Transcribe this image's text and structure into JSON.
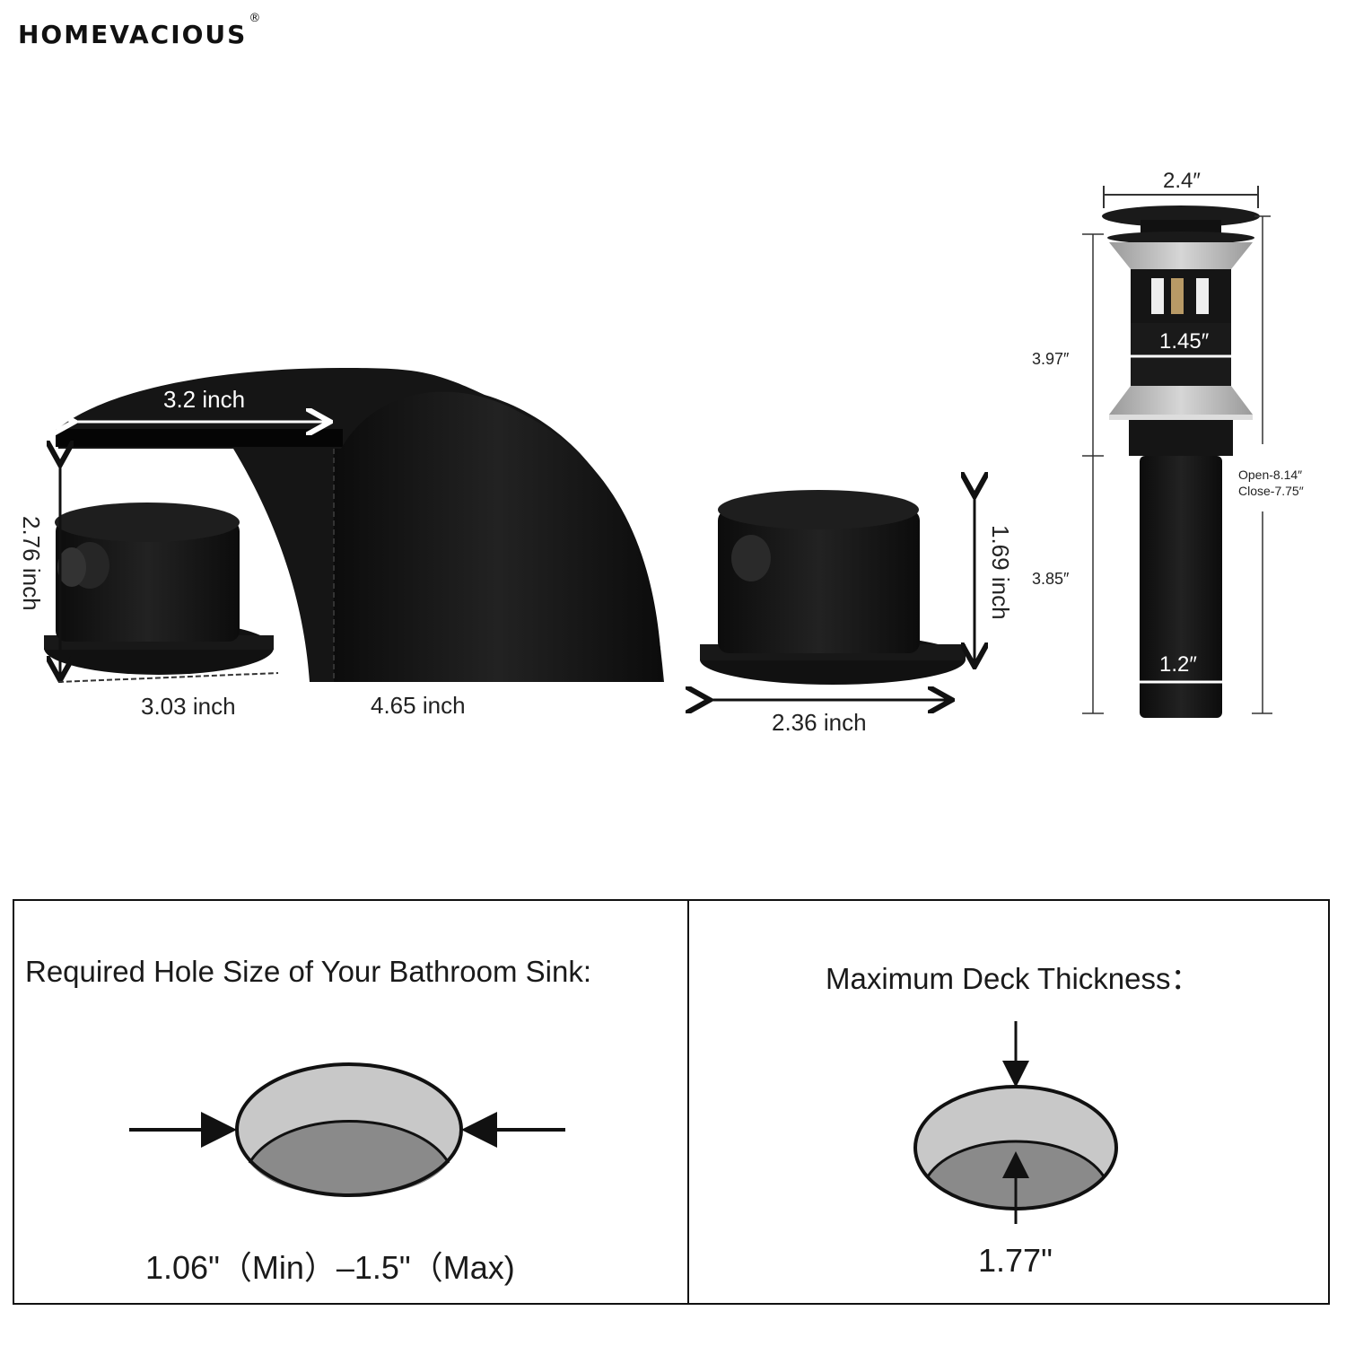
{
  "brand": {
    "name": "HOMEVACIOUS",
    "mark": "®"
  },
  "faucet": {
    "spout_length": "3.2 inch",
    "spout_height": "2.76 inch",
    "handle_spacing": "3.03 inch",
    "spout_depth": "4.65 inch",
    "handle_base_width": "2.36 inch",
    "handle_height": "1.69 inch"
  },
  "drain": {
    "cap_width": "2.4″",
    "upper_height": "3.97″",
    "thread_diameter": "1.45″",
    "lower_height": "3.85″",
    "tail_diameter": "1.2″",
    "total_open": "Open-8.14″",
    "total_close": "Close-7.75″"
  },
  "panels": {
    "hole_size": {
      "title": "Required Hole Size of Your Bathroom Sink:",
      "value": "1.06\"（Min）–1.5\"（Max)"
    },
    "deck_thickness": {
      "title": "Maximum Deck Thickness：",
      "value": "1.77\""
    }
  },
  "colors": {
    "product": "#141414",
    "hole_light": "#c8c8c8",
    "hole_dark": "#8a8a8a",
    "drain_gray": "#bfbfbf"
  }
}
